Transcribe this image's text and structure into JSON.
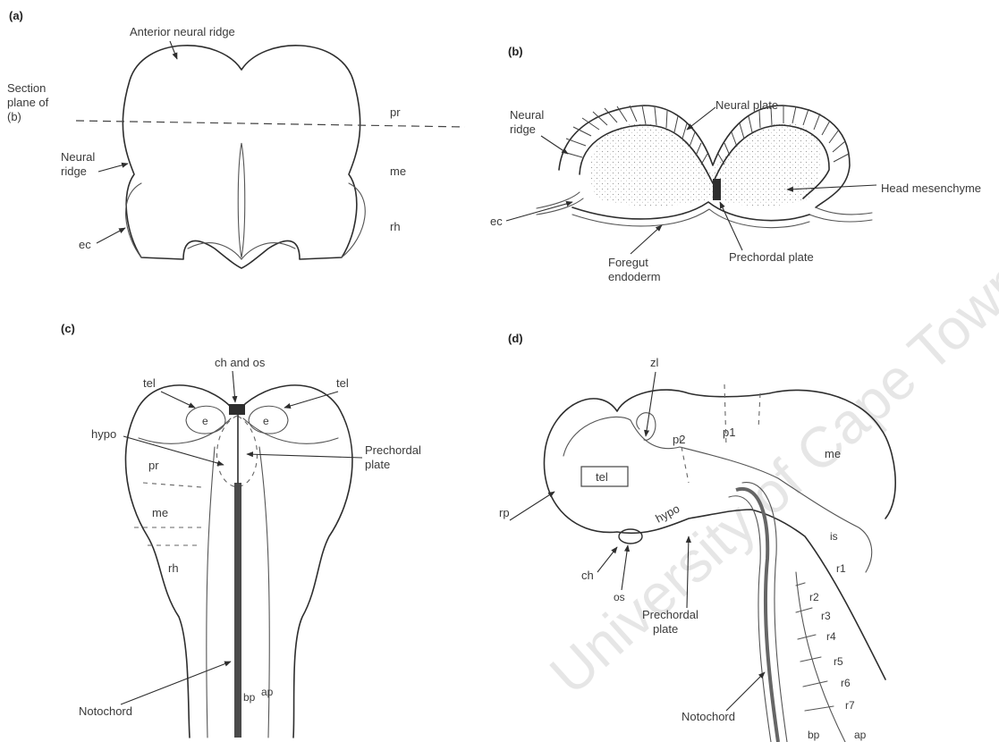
{
  "watermark": "University of Cape Town",
  "panel_a": {
    "tag": "(a)",
    "anterior_neural_ridge": "Anterior neural ridge",
    "section_plane_l1": "Section",
    "section_plane_l2": "plane of",
    "section_plane_l3": "(b)",
    "neural_ridge_l1": "Neural",
    "neural_ridge_l2": "ridge",
    "ec": "ec",
    "pr": "pr",
    "me": "me",
    "rh": "rh"
  },
  "panel_b": {
    "tag": "(b)",
    "neural_ridge_l1": "Neural",
    "neural_ridge_l2": "ridge",
    "neural_plate": "Neural plate",
    "head_mesenchyme": "Head mesenchyme",
    "ec": "ec",
    "foregut_l1": "Foregut",
    "foregut_l2": "endoderm",
    "prechordal_plate": "Prechordal plate"
  },
  "panel_c": {
    "tag": "(c)",
    "ch_and_os": "ch and os",
    "tel_left": "tel",
    "tel_right": "tel",
    "e_left": "e",
    "e_right": "e",
    "hypo": "hypo",
    "prechordal_l1": "Prechordal",
    "prechordal_l2": "plate",
    "pr": "pr",
    "me": "me",
    "rh": "rh",
    "notochord": "Notochord",
    "bp": "bp",
    "ap": "ap"
  },
  "panel_d": {
    "tag": "(d)",
    "zl": "zl",
    "p2": "p2",
    "p1": "p1",
    "me": "me",
    "tel": "tel",
    "rp": "rp",
    "hypo": "hypo",
    "is": "is",
    "r1": "r1",
    "r2": "r2",
    "r3": "r3",
    "r4": "r4",
    "r5": "r5",
    "r6": "r6",
    "r7": "r7",
    "ch": "ch",
    "os": "os",
    "prechordal_l1": "Prechordal",
    "prechordal_l2": "plate",
    "notochord": "Notochord",
    "bp": "bp",
    "ap": "ap"
  }
}
